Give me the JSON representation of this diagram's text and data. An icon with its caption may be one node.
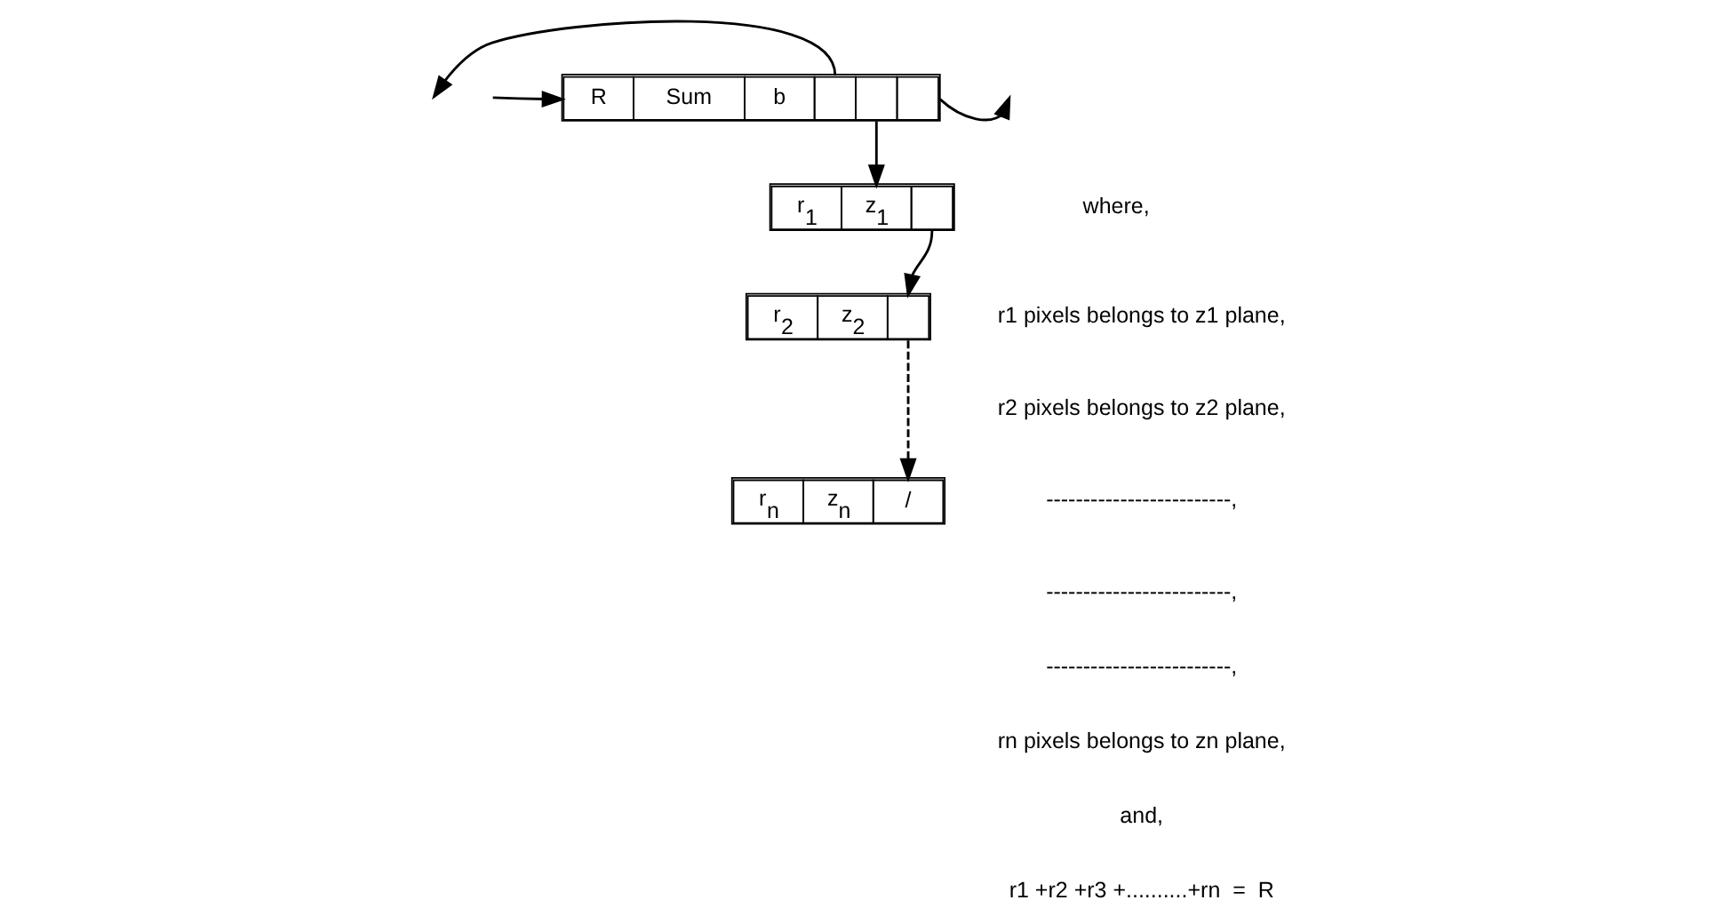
{
  "diagram": {
    "nodes": [
      {
        "text": [
          "R",
          "Sum",
          "b"
        ]
      },
      {
        "text": [
          "r$_{1}$",
          "z$_{1}$"
        ]
      },
      {
        "text": [
          "r$_{2}$",
          "z$_{2}$"
        ]
      },
      {
        "text": [
          "r$_{n}$",
          "z$_{n}$",
          "/"
        ]
      }
    ],
    "edges": [
      {
        "from": 0,
        "to": null,
        "arrow": "to"
      },
      {
        "from": 0,
        "to": null,
        "arrow": "to"
      },
      {
        "from": null,
        "to": 0,
        "arrow": "to"
      },
      {
        "from": 0,
        "to": 1,
        "arrow": "to"
      },
      {
        "from": 1,
        "to": 2,
        "arrow": "to"
      },
      {
        "from": 2,
        "to": 3,
        "arrow": "to",
        "style": "dashed"
      }
    ],
    "labels": [
      "where,",
      "r1 pixels belongs to z1 plane,",
      "r2 pixels belongs to z2 plane,",
      "-------------------------,",
      "-------------------------,",
      "-------------------------,",
      "rn pixels belongs to zn plane,",
      "and,",
      "r1 +r2 +r3 +..........+rn  =  R"
    ]
  }
}
